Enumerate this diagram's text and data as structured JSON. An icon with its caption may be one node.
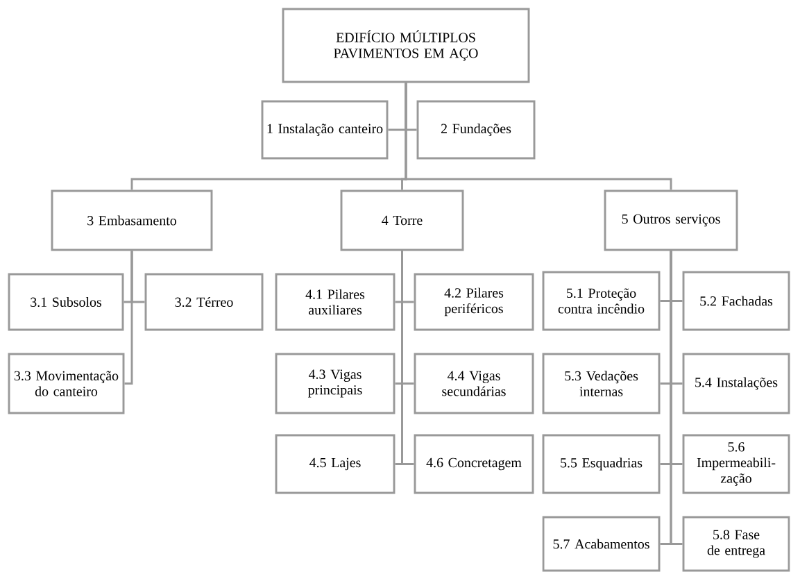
{
  "diagram": {
    "nodes": [
      {
        "text": [
          "EDIFÍCIO MÚLTIPLOS PAVIMENTOS EM AÇO"
        ]
      },
      {
        "text": [
          "1 Instalação canteiro"
        ]
      },
      {
        "text": [
          "2 Fundações"
        ]
      },
      {
        "text": [
          "3 Embasamento"
        ]
      },
      {
        "text": [
          "4 Torre"
        ]
      },
      {
        "text": [
          "5 Outros serviços"
        ]
      },
      {
        "text": [
          "3.1 Subsolos"
        ]
      },
      {
        "text": [
          "3.2 Térreo"
        ]
      },
      {
        "text": [
          "3.3 Movimentação do canteiro"
        ]
      },
      {
        "text": [
          "4.1 Pilares auxiliares"
        ]
      },
      {
        "text": [
          "4.2 Pilares periféricos"
        ]
      },
      {
        "text": [
          "4.3 Vigas principais"
        ]
      },
      {
        "text": [
          "4.4 Vigas secundárias"
        ]
      },
      {
        "text": [
          "4.5 Lajes"
        ]
      },
      {
        "text": [
          "4.6 Concretagem"
        ]
      },
      {
        "text": [
          "5.1 Proteção contra incêndio"
        ]
      },
      {
        "text": [
          "5.2 Fachadas"
        ]
      },
      {
        "text": [
          "5.3 Vedações internas"
        ]
      },
      {
        "text": [
          "5.4 Instalações"
        ]
      },
      {
        "text": [
          "5.5 Esquadrias"
        ]
      },
      {
        "text": [
          "5.6 Impermeabili- zação"
        ]
      },
      {
        "text": [
          "5.7 Acabamentos"
        ]
      },
      {
        "text": [
          "5.8 Fase de entrega"
        ]
      }
    ],
    "edges": [
      {
        "from": 0,
        "to": 1,
        "arrow": "none"
      },
      {
        "from": 0,
        "to": 2,
        "arrow": "none"
      },
      {
        "from": 0,
        "to": 3,
        "arrow": "none"
      },
      {
        "from": 0,
        "to": 4,
        "arrow": "none"
      },
      {
        "from": 0,
        "to": 5,
        "arrow": "none"
      },
      {
        "from": 3,
        "to": 6,
        "arrow": "none"
      },
      {
        "from": 3,
        "to": 7,
        "arrow": "none"
      },
      {
        "from": 3,
        "to": 8,
        "arrow": "none"
      },
      {
        "from": 4,
        "to": 9,
        "arrow": "none"
      },
      {
        "from": 4,
        "to": 10,
        "arrow": "none"
      },
      {
        "from": 4,
        "to": 11,
        "arrow": "none"
      },
      {
        "from": 4,
        "to": 12,
        "arrow": "none"
      },
      {
        "from": 4,
        "to": 13,
        "arrow": "none"
      },
      {
        "from": 4,
        "to": 14,
        "arrow": "none"
      },
      {
        "from": 5,
        "to": 15,
        "arrow": "none"
      },
      {
        "from": 5,
        "to": 16,
        "arrow": "none"
      },
      {
        "from": 5,
        "to": 17,
        "arrow": "none"
      },
      {
        "from": 5,
        "to": 18,
        "arrow": "none"
      },
      {
        "from": 5,
        "to": 19,
        "arrow": "none"
      },
      {
        "from": 5,
        "to": 20,
        "arrow": "none"
      },
      {
        "from": 5,
        "to": 21,
        "arrow": "none"
      },
      {
        "from": 5,
        "to": 22,
        "arrow": "none"
      }
    ]
  }
}
